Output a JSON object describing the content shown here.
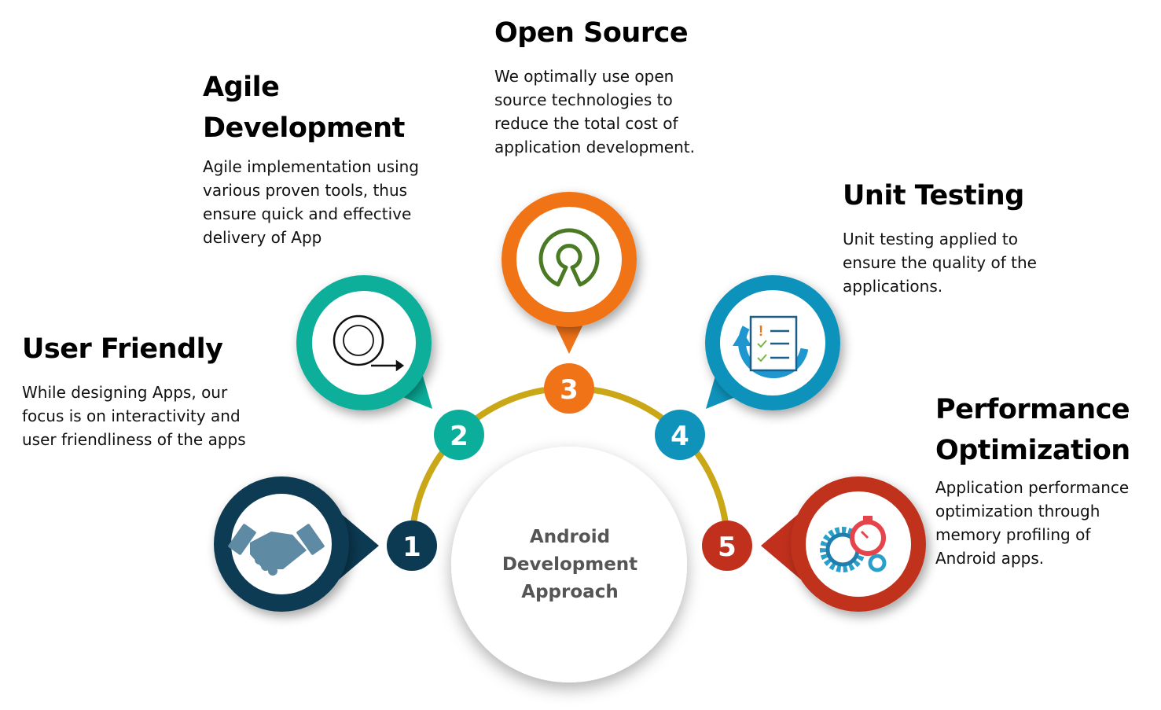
{
  "center": {
    "lines": [
      "Android",
      "Development",
      "Approach"
    ]
  },
  "colors": {
    "arc": "#c9a716",
    "step1": "#0b3a52",
    "step2": "#0aae9a",
    "step3": "#f07318",
    "step4": "#0f93bb",
    "step5": "#c0301c"
  },
  "steps": [
    {
      "number": "1",
      "title_lines": [
        "User Friendly"
      ],
      "body_lines": [
        "While designing Apps, our",
        "focus is on interactivity and",
        "user friendliness of the apps"
      ],
      "icon": "handshake-icon"
    },
    {
      "number": "2",
      "title_lines": [
        "Agile",
        "Development"
      ],
      "body_lines": [
        "Agile implementation using",
        "various proven tools, thus",
        "ensure quick and effective",
        "delivery of App"
      ],
      "icon": "iteration-cycle-icon"
    },
    {
      "number": "3",
      "title_lines": [
        "Open Source"
      ],
      "body_lines": [
        "We optimally use open",
        "source technologies to",
        "reduce the total cost of",
        "application development."
      ],
      "icon": "open-source-icon"
    },
    {
      "number": "4",
      "title_lines": [
        "Unit Testing"
      ],
      "body_lines": [
        "Unit testing applied to",
        "ensure the quality of the",
        "applications."
      ],
      "icon": "checklist-icon"
    },
    {
      "number": "5",
      "title_lines": [
        "Performance",
        "Optimization"
      ],
      "body_lines": [
        "Application performance",
        "optimization through",
        "memory profiling of",
        "Android apps."
      ],
      "icon": "gears-stopwatch-icon"
    }
  ]
}
